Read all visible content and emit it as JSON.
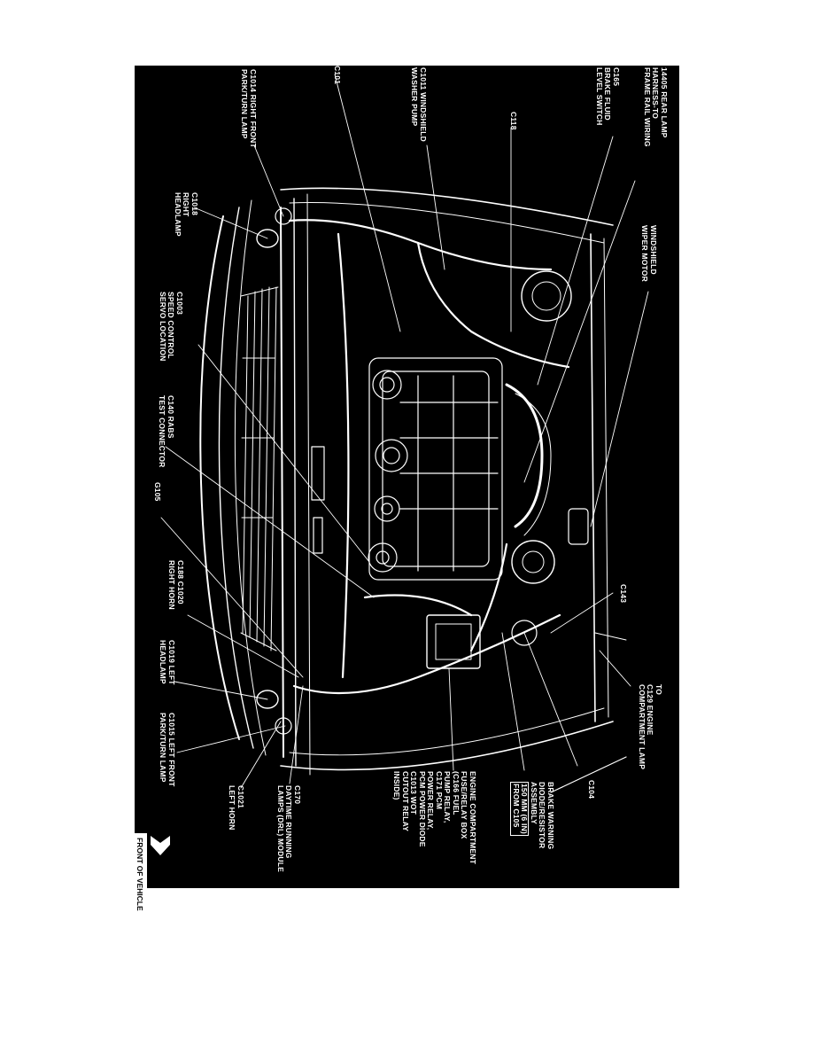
{
  "colors": {
    "background": "#000000",
    "ink": "#ffffff",
    "page": "#ffffff"
  },
  "labels": {
    "c1018": [
      "C1018",
      "RIGHT",
      "HEADLAMP"
    ],
    "c1014": [
      "C1014 RIGHT FRONT",
      "PARK/TURN LAMP"
    ],
    "c101": [
      "C101"
    ],
    "c1011": [
      "C1011 WINDSHIELD",
      "WASHER PUMP"
    ],
    "c118": [
      "C118"
    ],
    "c165": [
      "C165",
      "BRAKE FLUID",
      "LEVEL SWITCH"
    ],
    "c14405": [
      "14405 REAR LAMP",
      "HARNESS-TO",
      "FRAME RAIL WIRING"
    ],
    "wiper": [
      "WINDSHIELD",
      "WIPER MOTOR"
    ],
    "c1003": [
      "C1003",
      "SPEED CONTROL",
      "SERVO LOCATION"
    ],
    "c140": [
      "C140 RABS",
      "TEST CONNECTOR"
    ],
    "g105": [
      "G105"
    ],
    "c188": [
      "C188 C1020",
      "RIGHT HORN"
    ],
    "c1019": [
      "C1019 LEFT",
      "HEADLAMP"
    ],
    "c1015": [
      "C1015 LEFT FRONT",
      "PARK/TURN LAMP"
    ],
    "c1021": [
      "C1021",
      "LEFT HORN"
    ],
    "c170": [
      "C170",
      "DAYTIME RUNNING",
      "LAMPS (DRL) MODULE"
    ],
    "c143": [
      "C143"
    ],
    "c129": [
      "TO",
      "C129 ENGINE",
      "COMPARTMENT LAMP"
    ],
    "c104": [
      "C104"
    ],
    "brake_warning": [
      "BRAKE WARNING",
      "DIODE/RESISTOR",
      "ASSEMBLY"
    ],
    "brake_warning_boxed": [
      "150 MM (6 IN)",
      "FROM C105"
    ],
    "fuse_box": [
      "ENGINE COMPARTMENT",
      "FUSE/RELAY BOX",
      "(C166 FUEL",
      "PUMP RELAY,",
      "C171 PCM",
      "POWER RELAY,",
      "PCM POWER DIODE",
      "C1013 WOT",
      "CUTOUT RELAY",
      "INSIDE)"
    ]
  },
  "orientation": {
    "front_label": "FRONT OF VEHICLE",
    "arrow_icon": "front-arrow-icon"
  }
}
